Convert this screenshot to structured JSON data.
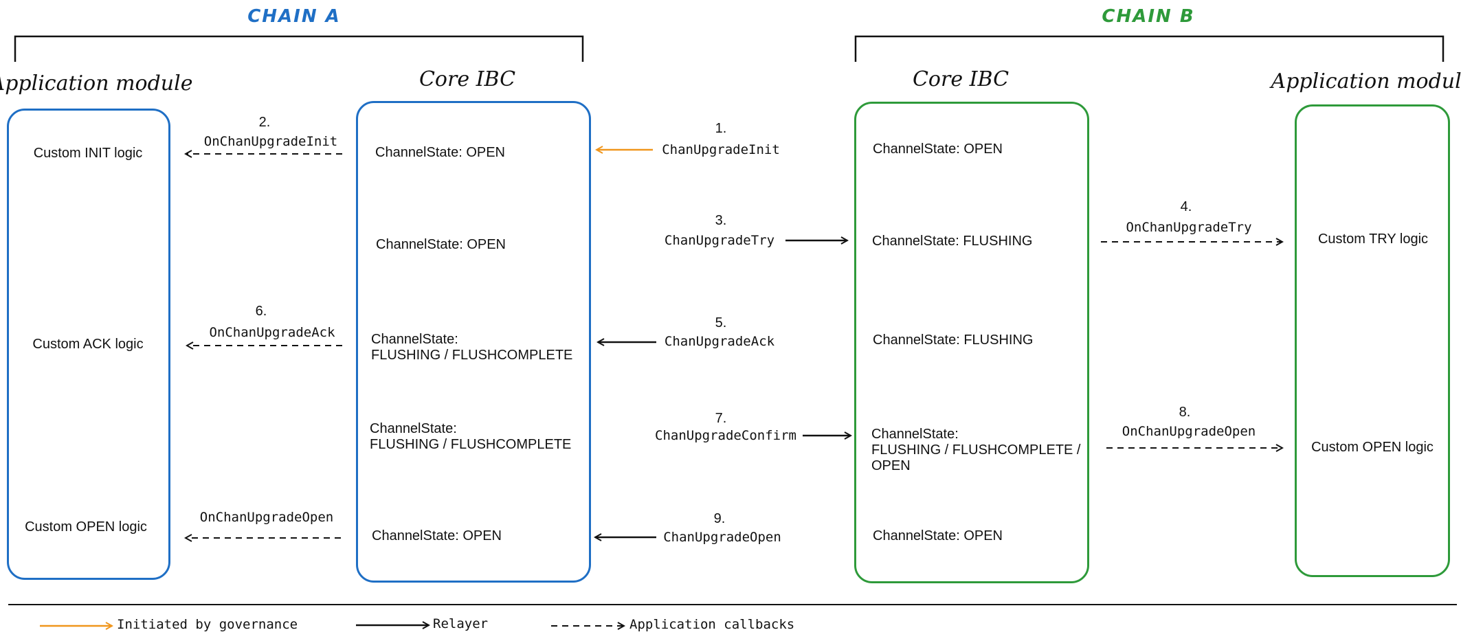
{
  "colors": {
    "chain_a": "#1f6fc5",
    "chain_b": "#2e9a3a",
    "governance": "#f0961c",
    "ink": "#111111"
  },
  "chain_a": {
    "title": "CHAIN A",
    "app_title": "Application module",
    "core_title": "Core IBC",
    "app_items": [
      "Custom INIT logic",
      "Custom ACK logic",
      "Custom OPEN logic"
    ],
    "core_items": [
      "ChannelState: OPEN",
      "ChannelState: OPEN",
      "ChannelState:\nFLUSHING / FLUSHCOMPLETE",
      "ChannelState:\nFLUSHING / FLUSHCOMPLETE",
      "ChannelState: OPEN"
    ]
  },
  "chain_b": {
    "title": "CHAIN B",
    "app_title": "Application module",
    "core_title": "Core IBC",
    "app_items": [
      "Custom TRY logic",
      "Custom OPEN logic"
    ],
    "core_items": [
      "ChannelState: OPEN",
      "ChannelState: FLUSHING",
      "ChannelState: FLUSHING",
      "ChannelState:\nFLUSHING / FLUSHCOMPLETE /\nOPEN",
      "ChannelState: OPEN"
    ]
  },
  "messages": [
    {
      "step": "1.",
      "name": "ChanUpgradeInit"
    },
    {
      "step": "2.",
      "name": "OnChanUpgradeInit"
    },
    {
      "step": "3.",
      "name": "ChanUpgradeTry"
    },
    {
      "step": "4.",
      "name": "OnChanUpgradeTry"
    },
    {
      "step": "5.",
      "name": "ChanUpgradeAck"
    },
    {
      "step": "6.",
      "name": "OnChanUpgradeAck"
    },
    {
      "step": "7.",
      "name": "ChanUpgradeConfirm"
    },
    {
      "step": "8.",
      "name": "OnChanUpgradeOpen"
    },
    {
      "step": "9.",
      "name": "ChanUpgradeOpen"
    },
    {
      "step": "",
      "name": "OnChanUpgradeOpen"
    }
  ],
  "legend": {
    "governance": "Initiated by governance",
    "relayer": "Relayer",
    "callbacks": "Application callbacks"
  }
}
